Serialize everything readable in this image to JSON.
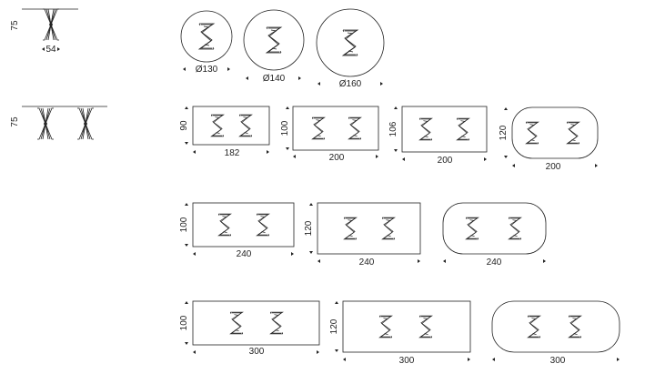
{
  "side_views": {
    "single": {
      "height_label": "75",
      "width_label": "54"
    },
    "double": {
      "height_label": "75"
    }
  },
  "round_tops": [
    {
      "diameter_label": "Ø130"
    },
    {
      "diameter_label": "Ø140"
    },
    {
      "diameter_label": "Ø160"
    }
  ],
  "row_182_200": [
    {
      "shape": "rect",
      "width_label": "182",
      "depth_label": "90"
    },
    {
      "shape": "rect",
      "width_label": "200",
      "depth_label": "100"
    },
    {
      "shape": "rect",
      "width_label": "200",
      "depth_label": "106"
    },
    {
      "shape": "rounded",
      "width_label": "200",
      "depth_label": "120"
    }
  ],
  "row_240": [
    {
      "shape": "rect",
      "width_label": "240",
      "depth_label": "100"
    },
    {
      "shape": "rect",
      "width_label": "240",
      "depth_label": "120"
    },
    {
      "shape": "rounded",
      "width_label": "240",
      "depth_label": ""
    }
  ],
  "row_300": [
    {
      "shape": "rect",
      "width_label": "300",
      "depth_label": "100"
    },
    {
      "shape": "rect",
      "width_label": "300",
      "depth_label": "120"
    },
    {
      "shape": "rounded",
      "width_label": "300",
      "depth_label": ""
    }
  ]
}
